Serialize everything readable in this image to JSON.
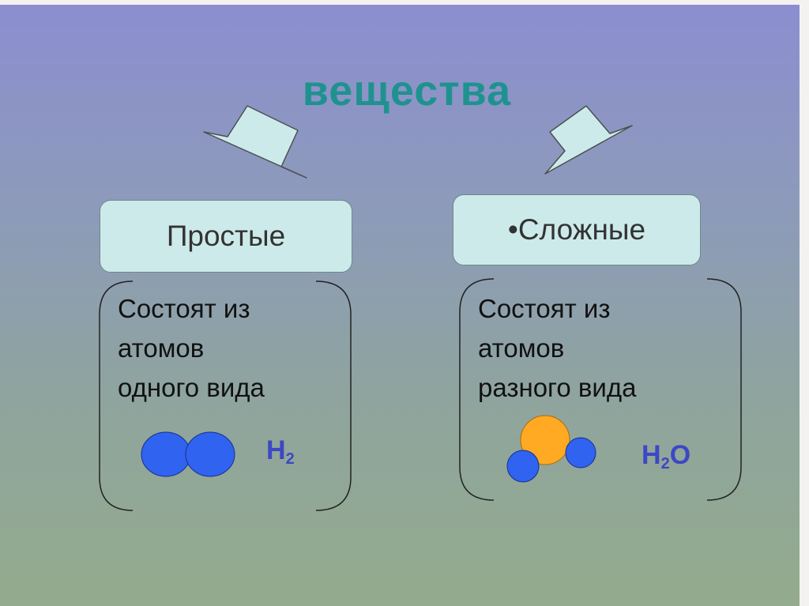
{
  "title": "вещества",
  "categories": [
    {
      "heading": "Простые",
      "description": [
        "Состоят из",
        "атомов",
        "одного вида"
      ],
      "formula": {
        "element": "H",
        "subscript": "2",
        "suffix": ""
      }
    },
    {
      "heading": "•Сложные",
      "description": [
        "Состоят из",
        "атомов",
        "разного вида"
      ],
      "formula": {
        "element": "H",
        "subscript": "2",
        "suffix": "O"
      }
    }
  ],
  "colors": {
    "title": "#1f9290",
    "header_fill": "#cdeaea",
    "arrow_fill": "#cdeaea",
    "hydrogen_atom": "#2f63f0",
    "oxygen_atom": "#ffaa22",
    "formula_text": "#3c48c4"
  }
}
